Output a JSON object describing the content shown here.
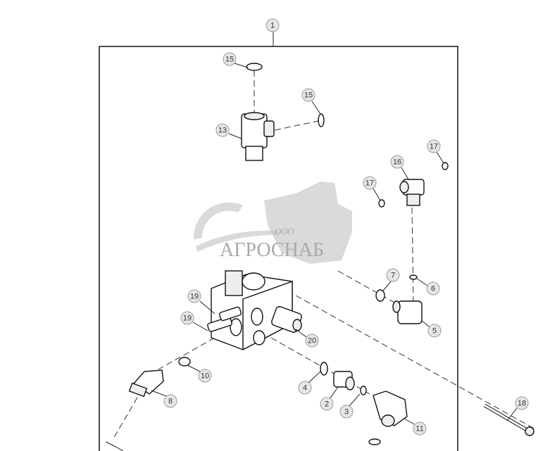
{
  "diagram": {
    "callouts": [
      "1",
      "15",
      "15",
      "13",
      "17",
      "16",
      "17",
      "7",
      "6",
      "5",
      "19",
      "19",
      "20",
      "10",
      "4",
      "2",
      "3",
      "8",
      "11",
      "18"
    ],
    "watermark": {
      "prefix": "ООО",
      "brand": "АГРОСНАБ"
    }
  }
}
